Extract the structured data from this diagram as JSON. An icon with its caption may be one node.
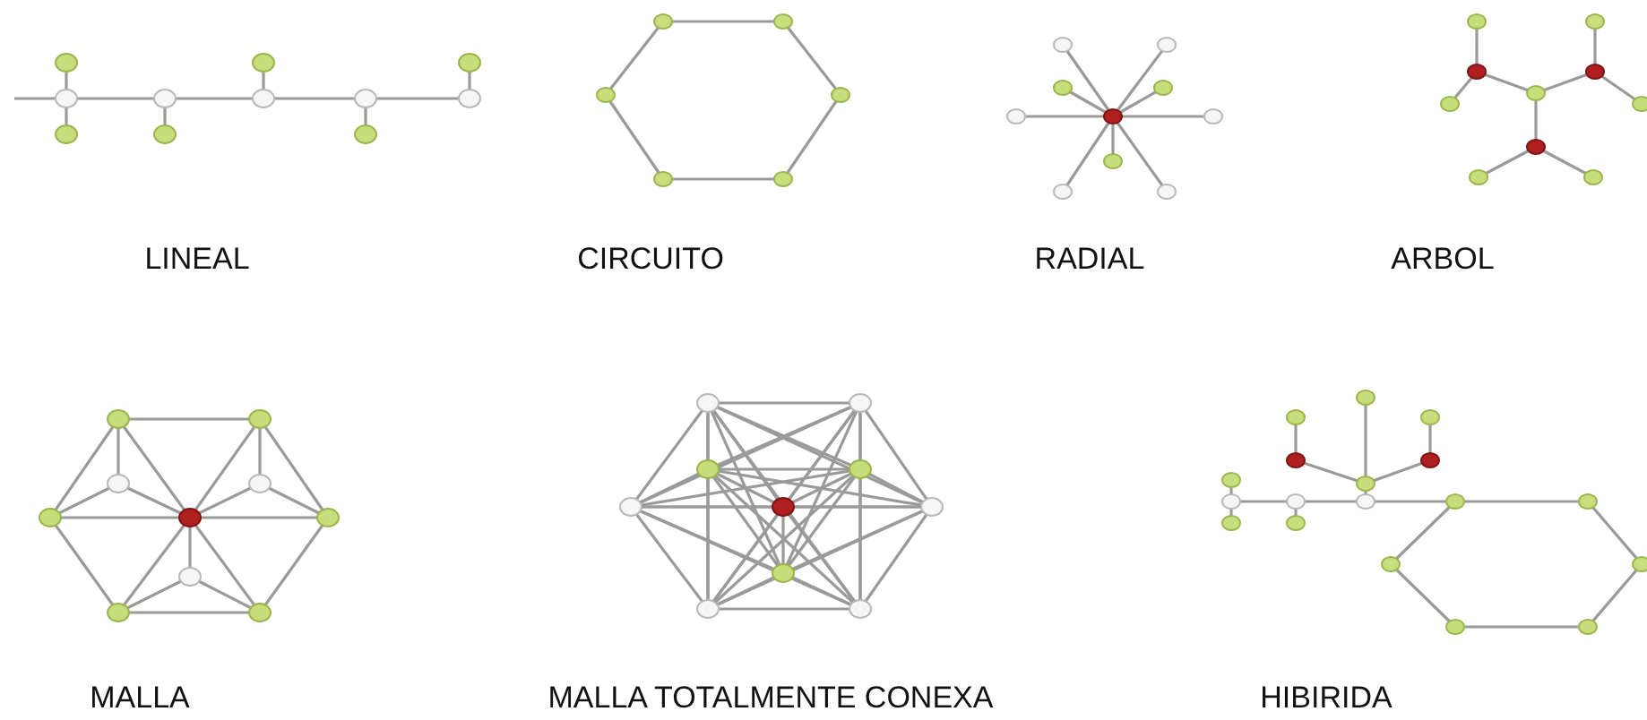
{
  "diagram": {
    "labels": [
      "LINEAL",
      "CIRCUITO",
      "RADIAL",
      "ARBOL",
      "MALLA",
      "MALLA TOTALMENTE CONEXA",
      "HIBIRIDA"
    ]
  }
}
